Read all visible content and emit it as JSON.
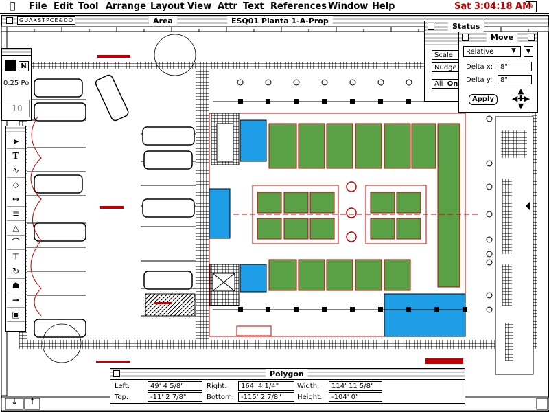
{
  "menubar": {
    "items": [
      "File",
      "Edit",
      "Tool",
      "Arrange",
      "Layout",
      "View",
      "Attr",
      "Text",
      "References",
      "Window",
      "Help"
    ],
    "clock": "Sat 3:04:18 AM"
  },
  "document": {
    "title": "ESQ01 Planta 1-A-Prop",
    "layer_tabs": "GUAXSTPCE&DO",
    "area_label": "Area"
  },
  "attributes_palette": {
    "line_weight": "0.25 Po",
    "layer_number": "10",
    "pattern_label": "N"
  },
  "status_palette": {
    "title": "Status",
    "scale_label": "Scale",
    "nudge_label": "Nudge",
    "all_label": "All",
    "on_label": "On"
  },
  "move_palette": {
    "title": "Move",
    "mode": "Relative",
    "delta_x_label": "Delta x:",
    "delta_x_value": "8\"",
    "delta_y_label": "Delta y:",
    "delta_y_value": "8\"",
    "apply_label": "Apply"
  },
  "polygon_palette": {
    "title": "Polygon",
    "left_label": "Left:",
    "left_value": "49' 4 5/8\"",
    "top_label": "Top:",
    "top_value": "-11' 2 7/8\"",
    "right_label": "Right:",
    "right_value": "164' 4 1/4\"",
    "bottom_label": "Bottom:",
    "bottom_value": "-115' 2 7/8\"",
    "width_label": "Width:",
    "width_value": "114' 11 5/8\"",
    "height_label": "Height:",
    "height_value": "-104' 0\""
  },
  "colors": {
    "accent_red": "#c00000",
    "room_green": "#5aa046",
    "wet_blue": "#1e9ee6",
    "window_gray": "#c8c8c8"
  }
}
